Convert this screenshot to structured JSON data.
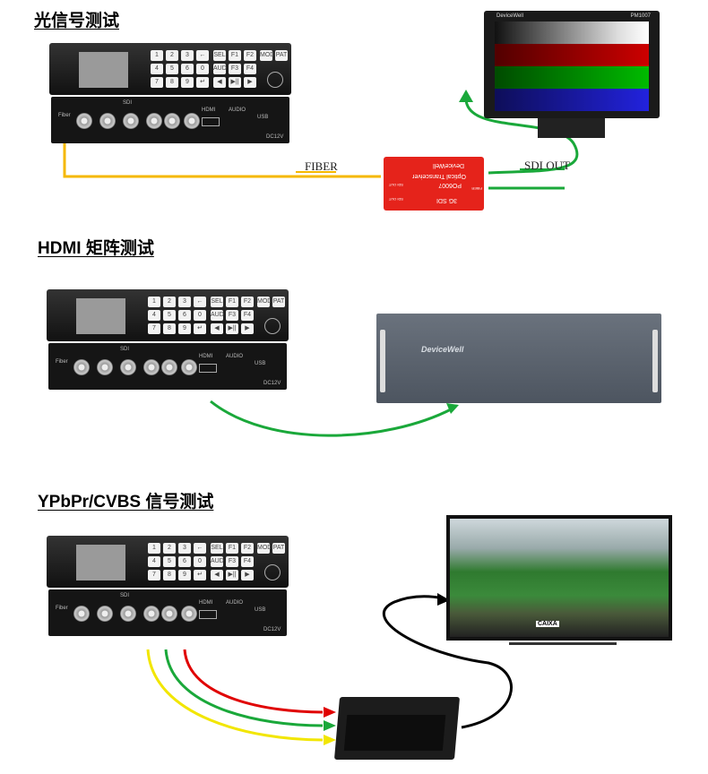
{
  "sections": [
    {
      "title": "光信号测试"
    },
    {
      "title": "HDMI 矩阵测试"
    },
    {
      "title": "YPbPr/CVBS 信号测试"
    }
  ],
  "device": {
    "keys": [
      "1",
      "2",
      "3",
      "←",
      "4",
      "5",
      "6",
      "0",
      "7",
      "8",
      "9",
      "↵"
    ],
    "fkeys": [
      "SEL",
      "F1",
      "F2",
      "AUD",
      "F3",
      "F4",
      "◀",
      "▶||",
      "▶"
    ],
    "mode_keys": [
      "MOD",
      "PAT"
    ],
    "port_labels": {
      "fiber": "Fiber",
      "sdi": "SDI",
      "hdmi": "HDMI",
      "audio": "AUDIO",
      "usb": "USB",
      "power": "DC12V"
    }
  },
  "labels": {
    "fiber": "FIBER",
    "sdi_out": "SDI OUT"
  },
  "transceiver": {
    "brand": "DeviceWell",
    "name": "Optical Transceiver",
    "model": "PO6007",
    "type": "3G SDI",
    "ports": [
      "SDI OUT",
      "SDI OUT",
      "FIBER"
    ]
  },
  "monitor": {
    "brand": "DeviceWell",
    "model": "PM1007"
  },
  "rack": {
    "brand": "DeviceWell"
  },
  "tv": {
    "banner": "CAIXA"
  },
  "colors": {
    "fiber": "#f5b800",
    "green": "#1aa83a",
    "red": "#e00000",
    "yellow": "#f2e600",
    "transceiver": "#e5231b",
    "rack": "#4d5560"
  }
}
